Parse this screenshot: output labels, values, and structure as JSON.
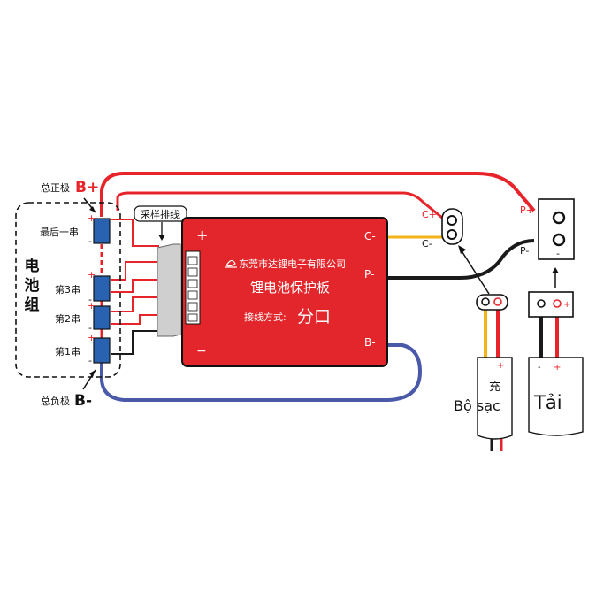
{
  "battery_pack": {
    "title_chars": [
      "电",
      "池",
      "组"
    ],
    "positive_label": "总正极",
    "positive_symbol": "B+",
    "negative_label": "总负极",
    "negative_symbol": "B-",
    "cells": [
      {
        "label": "最后一串"
      },
      {
        "label": "第3串"
      },
      {
        "label": "第2串"
      },
      {
        "label": "第1串"
      }
    ],
    "plus_sign": "+",
    "minus_sign": "-"
  },
  "sampling_cable": {
    "label": "采样排线"
  },
  "pcb": {
    "plus": "+",
    "minus": "−",
    "company": "东莞市达锂电子有限公司",
    "title": "锂电池保护板",
    "wiring_label": "接线方式:",
    "wiring_mode": "分口",
    "c_minus": "C-",
    "p_minus": "P-",
    "b_minus": "B-"
  },
  "charger_port": {
    "c_plus": "C+",
    "c_minus": "C-"
  },
  "load_port": {
    "p_plus": "P+",
    "p_minus": "P-",
    "minus": "-"
  },
  "charger": {
    "label": "Bộ sạc",
    "plus": "+",
    "char": "充"
  },
  "load": {
    "label": "Tải",
    "plus": "+",
    "minus": "-"
  },
  "colors": {
    "red_wire": "#e8242b",
    "black_wire": "#1a1a1a",
    "blue_wire": "#4a5aa8",
    "yellow_wire": "#f2b31b",
    "pcb": "#e2262b",
    "cell": "#2a62b2"
  }
}
